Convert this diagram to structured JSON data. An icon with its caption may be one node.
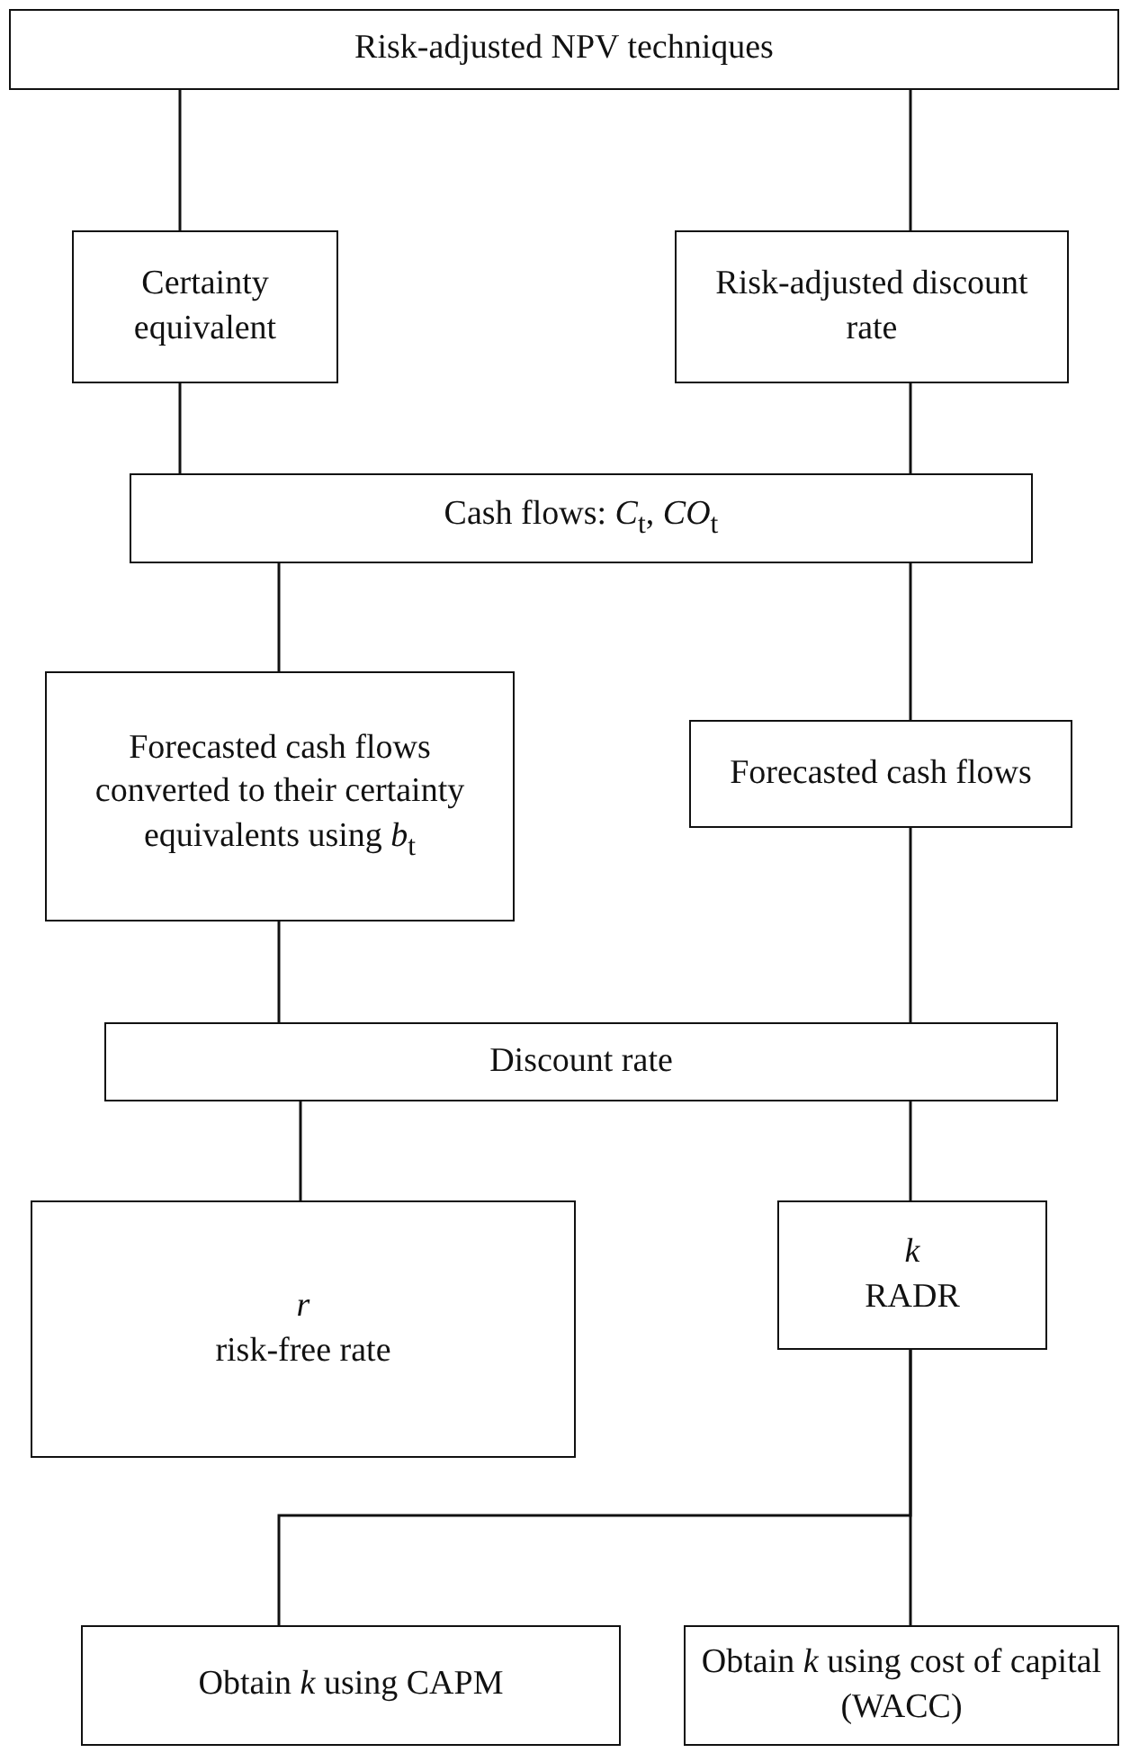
{
  "diagram": {
    "nodes": [
      {
        "text": [
          "Risk-adjusted NPV techniques"
        ]
      },
      {
        "text": [
          "Certainty equivalent"
        ]
      },
      {
        "text": [
          "Risk-adjusted discount rate"
        ]
      },
      {
        "text": [
          "Cash flows:  *C*$_{t}$, *CO*$_{t}$"
        ]
      },
      {
        "text": [
          "Forecasted cash flows converted to their certainty equivalents using *b*$_{t}$"
        ]
      },
      {
        "text": [
          "Forecasted cash flows"
        ]
      },
      {
        "text": [
          "Discount rate"
        ]
      },
      {
        "text": [
          "*r*",
          "risk-free rate"
        ]
      },
      {
        "text": [
          "*k*",
          "RADR"
        ]
      },
      {
        "text": [
          "Obtain *k* using CAPM"
        ]
      },
      {
        "text": [
          "Obtain *k* using cost of capital (WACC)"
        ]
      }
    ],
    "edges": [
      {
        "from": 0,
        "to": 1,
        "arrow": "none"
      },
      {
        "from": 0,
        "to": 2,
        "arrow": "none"
      },
      {
        "from": 1,
        "to": 3,
        "arrow": "none"
      },
      {
        "from": 2,
        "to": 3,
        "arrow": "none"
      },
      {
        "from": 3,
        "to": 4,
        "arrow": "none"
      },
      {
        "from": 3,
        "to": 5,
        "arrow": "none"
      },
      {
        "from": 4,
        "to": 6,
        "arrow": "none"
      },
      {
        "from": 5,
        "to": 6,
        "arrow": "none"
      },
      {
        "from": 6,
        "to": 7,
        "arrow": "none"
      },
      {
        "from": 6,
        "to": 8,
        "arrow": "none"
      },
      {
        "from": 8,
        "to": 9,
        "arrow": "none"
      },
      {
        "from": 8,
        "to": 10,
        "arrow": "none"
      }
    ]
  }
}
